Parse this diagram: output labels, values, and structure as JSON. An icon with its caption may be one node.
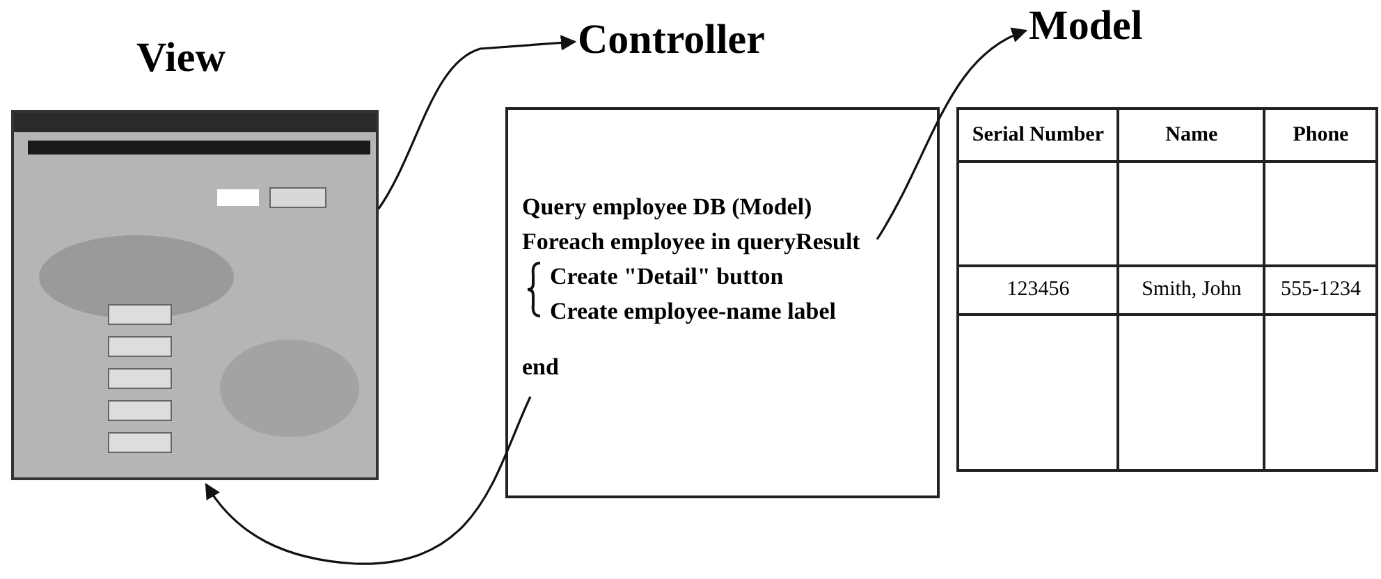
{
  "diagram": {
    "nodes": [
      {
        "text": [
          "View"
        ]
      },
      {
        "text": [
          "Controller",
          "Query employee DB (Model)",
          "Foreach employee in queryResult",
          "Create \"Detail\" button",
          "Create employee-name label",
          "end"
        ]
      },
      {
        "text": [
          "Model"
        ]
      }
    ],
    "edges": [
      {
        "from": 0,
        "to": 1,
        "arrow": "to"
      },
      {
        "from": 1,
        "to": 2,
        "arrow": "to"
      },
      {
        "from": 1,
        "to": 0,
        "arrow": "to"
      }
    ],
    "labels": [
      "Serial Number",
      "Name",
      "Phone",
      "123456",
      "Smith, John",
      "555-1234"
    ]
  }
}
